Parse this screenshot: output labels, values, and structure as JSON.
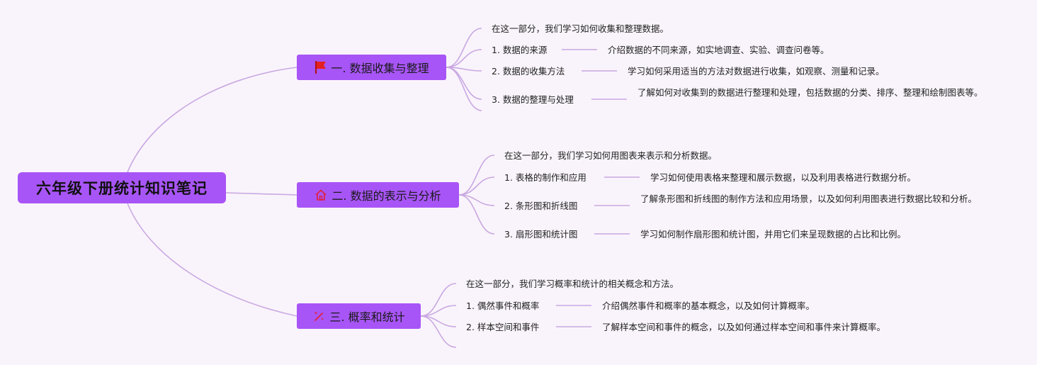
{
  "root": {
    "title": "六年级下册统计知识笔记"
  },
  "branches": [
    {
      "title": "一. 数据收集与整理",
      "icon": "red-flag-icon",
      "intro": "在这一部分，我们学习如何收集和整理数据。",
      "items": [
        {
          "label": "1. 数据的来源",
          "desc": "介绍数据的不同来源，如实地调查、实验、调查问卷等。"
        },
        {
          "label": "2. 数据的收集方法",
          "desc": "学习如何采用适当的方法对数据进行收集，如观察、测量和记录。"
        },
        {
          "label": "3. 数据的整理与处理",
          "desc": "了解如何对收集到的数据进行整理和处理，包括数据的分类、排序、整理和绘制图表等。"
        }
      ]
    },
    {
      "title": "二. 数据的表示与分析",
      "icon": "home-icon",
      "intro": "在这一部分，我们学习如何用图表来表示和分析数据。",
      "items": [
        {
          "label": "1. 表格的制作和应用",
          "desc": "学习如何使用表格来整理和展示数据，以及利用表格进行数据分析。"
        },
        {
          "label": "2. 条形图和折线图",
          "desc": "了解条形图和折线图的制作方法和应用场景，以及如何利用图表进行数据比较和分析。"
        },
        {
          "label": "3. 扇形图和统计图",
          "desc": "学习如何制作扇形图和统计图，并用它们来呈现数据的占比和比例。"
        }
      ]
    },
    {
      "title": "三. 概率和统计",
      "icon": "magic-wand-icon",
      "intro": "在这一部分，我们学习概率和统计的相关概念和方法。",
      "items": [
        {
          "label": "1. 偶然事件和概率",
          "desc": "介绍偶然事件和概率的基本概念，以及如何计算概率。"
        },
        {
          "label": "2. 样本空间和事件",
          "desc": "了解样本空间和事件的概念，以及如何通过样本空间和事件来计算概率。"
        }
      ]
    }
  ]
}
